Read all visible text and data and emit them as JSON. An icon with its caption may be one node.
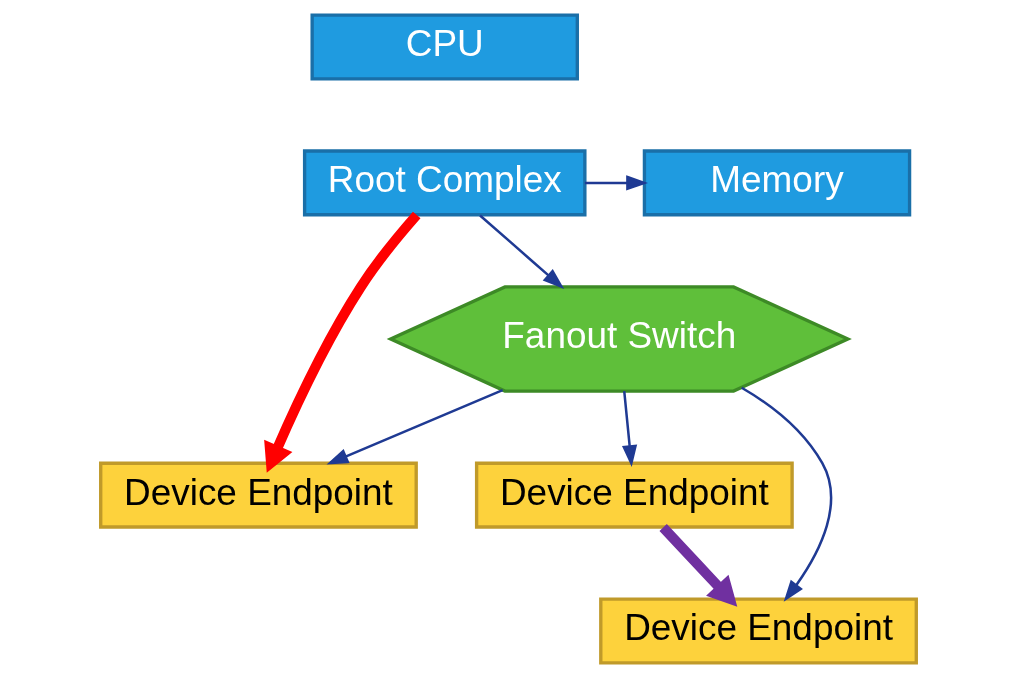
{
  "diagram": {
    "nodes": [
      {
        "text": [
          "CPU"
        ]
      },
      {
        "text": [
          "Root Complex"
        ]
      },
      {
        "text": [
          "Memory"
        ]
      },
      {
        "text": [
          "Fanout Switch"
        ]
      },
      {
        "text": [
          "Device Endpoint"
        ]
      },
      {
        "text": [
          "Device Endpoint"
        ]
      },
      {
        "text": [
          "Device Endpoint"
        ]
      }
    ],
    "edges": [
      {
        "from": 1,
        "to": 2,
        "arrow": "to"
      },
      {
        "from": 1,
        "to": 3,
        "arrow": "to"
      },
      {
        "from": 3,
        "to": 4,
        "arrow": "to"
      },
      {
        "from": 3,
        "to": 5,
        "arrow": "to"
      },
      {
        "from": 3,
        "to": 6,
        "arrow": "to"
      },
      {
        "from": 1,
        "to": 4,
        "arrow": "to",
        "style": "thick",
        "color": "#ff0000"
      },
      {
        "from": 5,
        "to": 6,
        "arrow": "to",
        "style": "thick",
        "color": "#7030a0"
      }
    ]
  }
}
